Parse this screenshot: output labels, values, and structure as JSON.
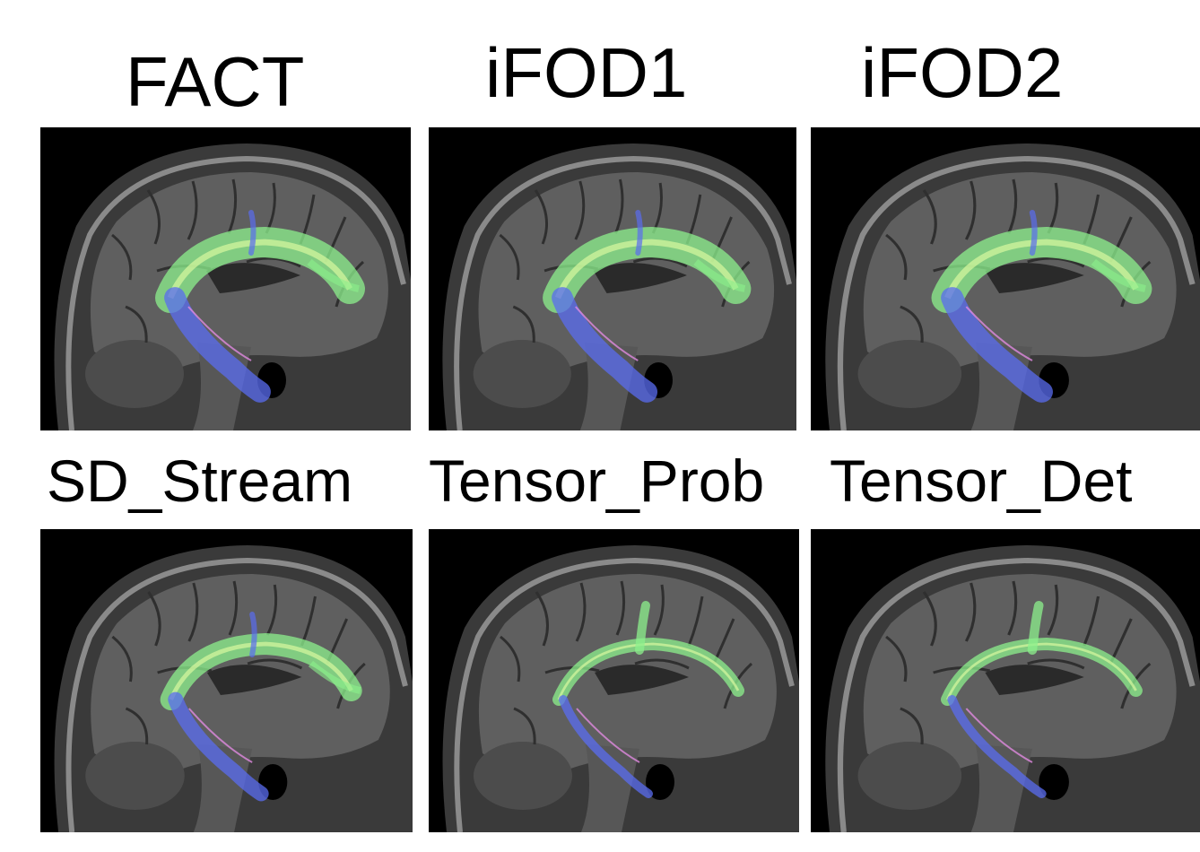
{
  "figure": {
    "panels": [
      {
        "id": "fact",
        "title": "FACT",
        "tract": "wide"
      },
      {
        "id": "ifod1",
        "title": "iFOD1",
        "tract": "wide"
      },
      {
        "id": "ifod2",
        "title": "iFOD2",
        "tract": "wide"
      },
      {
        "id": "sd-stream",
        "title": "SD_Stream",
        "tract": "medium"
      },
      {
        "id": "tensor-prob",
        "title": "Tensor_Prob",
        "tract": "thin"
      },
      {
        "id": "tensor-det",
        "title": "Tensor_Det",
        "tract": "thin"
      }
    ],
    "colors": {
      "background": "#000000",
      "brain_gray": "#5f5f5f",
      "skull": "#8a8a8a",
      "tract_green": "#8cf08c",
      "tract_blue": "#5a6cf0",
      "tract_pink": "#e08ae0"
    }
  }
}
